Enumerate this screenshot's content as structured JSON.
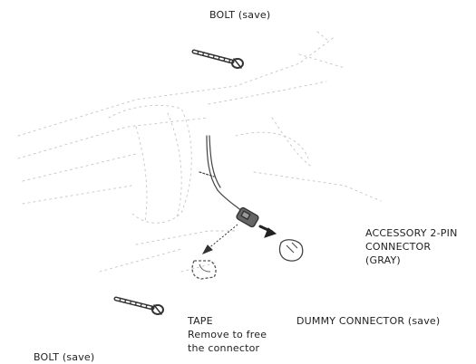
{
  "labels": {
    "bolt_top": "BOLT (save)",
    "accessory_connector": [
      "ACCESSORY 2-PIN",
      "CONNECTOR",
      "(GRAY)"
    ],
    "dummy_connector": "DUMMY CONNECTOR (save)",
    "tape": [
      "TAPE",
      " Remove to free",
      "the connector"
    ],
    "bolt_bottom": "BOLT (save)"
  },
  "colors": {
    "ink": "#222222",
    "sketch": "#b8b8b8",
    "background": "#ffffff"
  }
}
